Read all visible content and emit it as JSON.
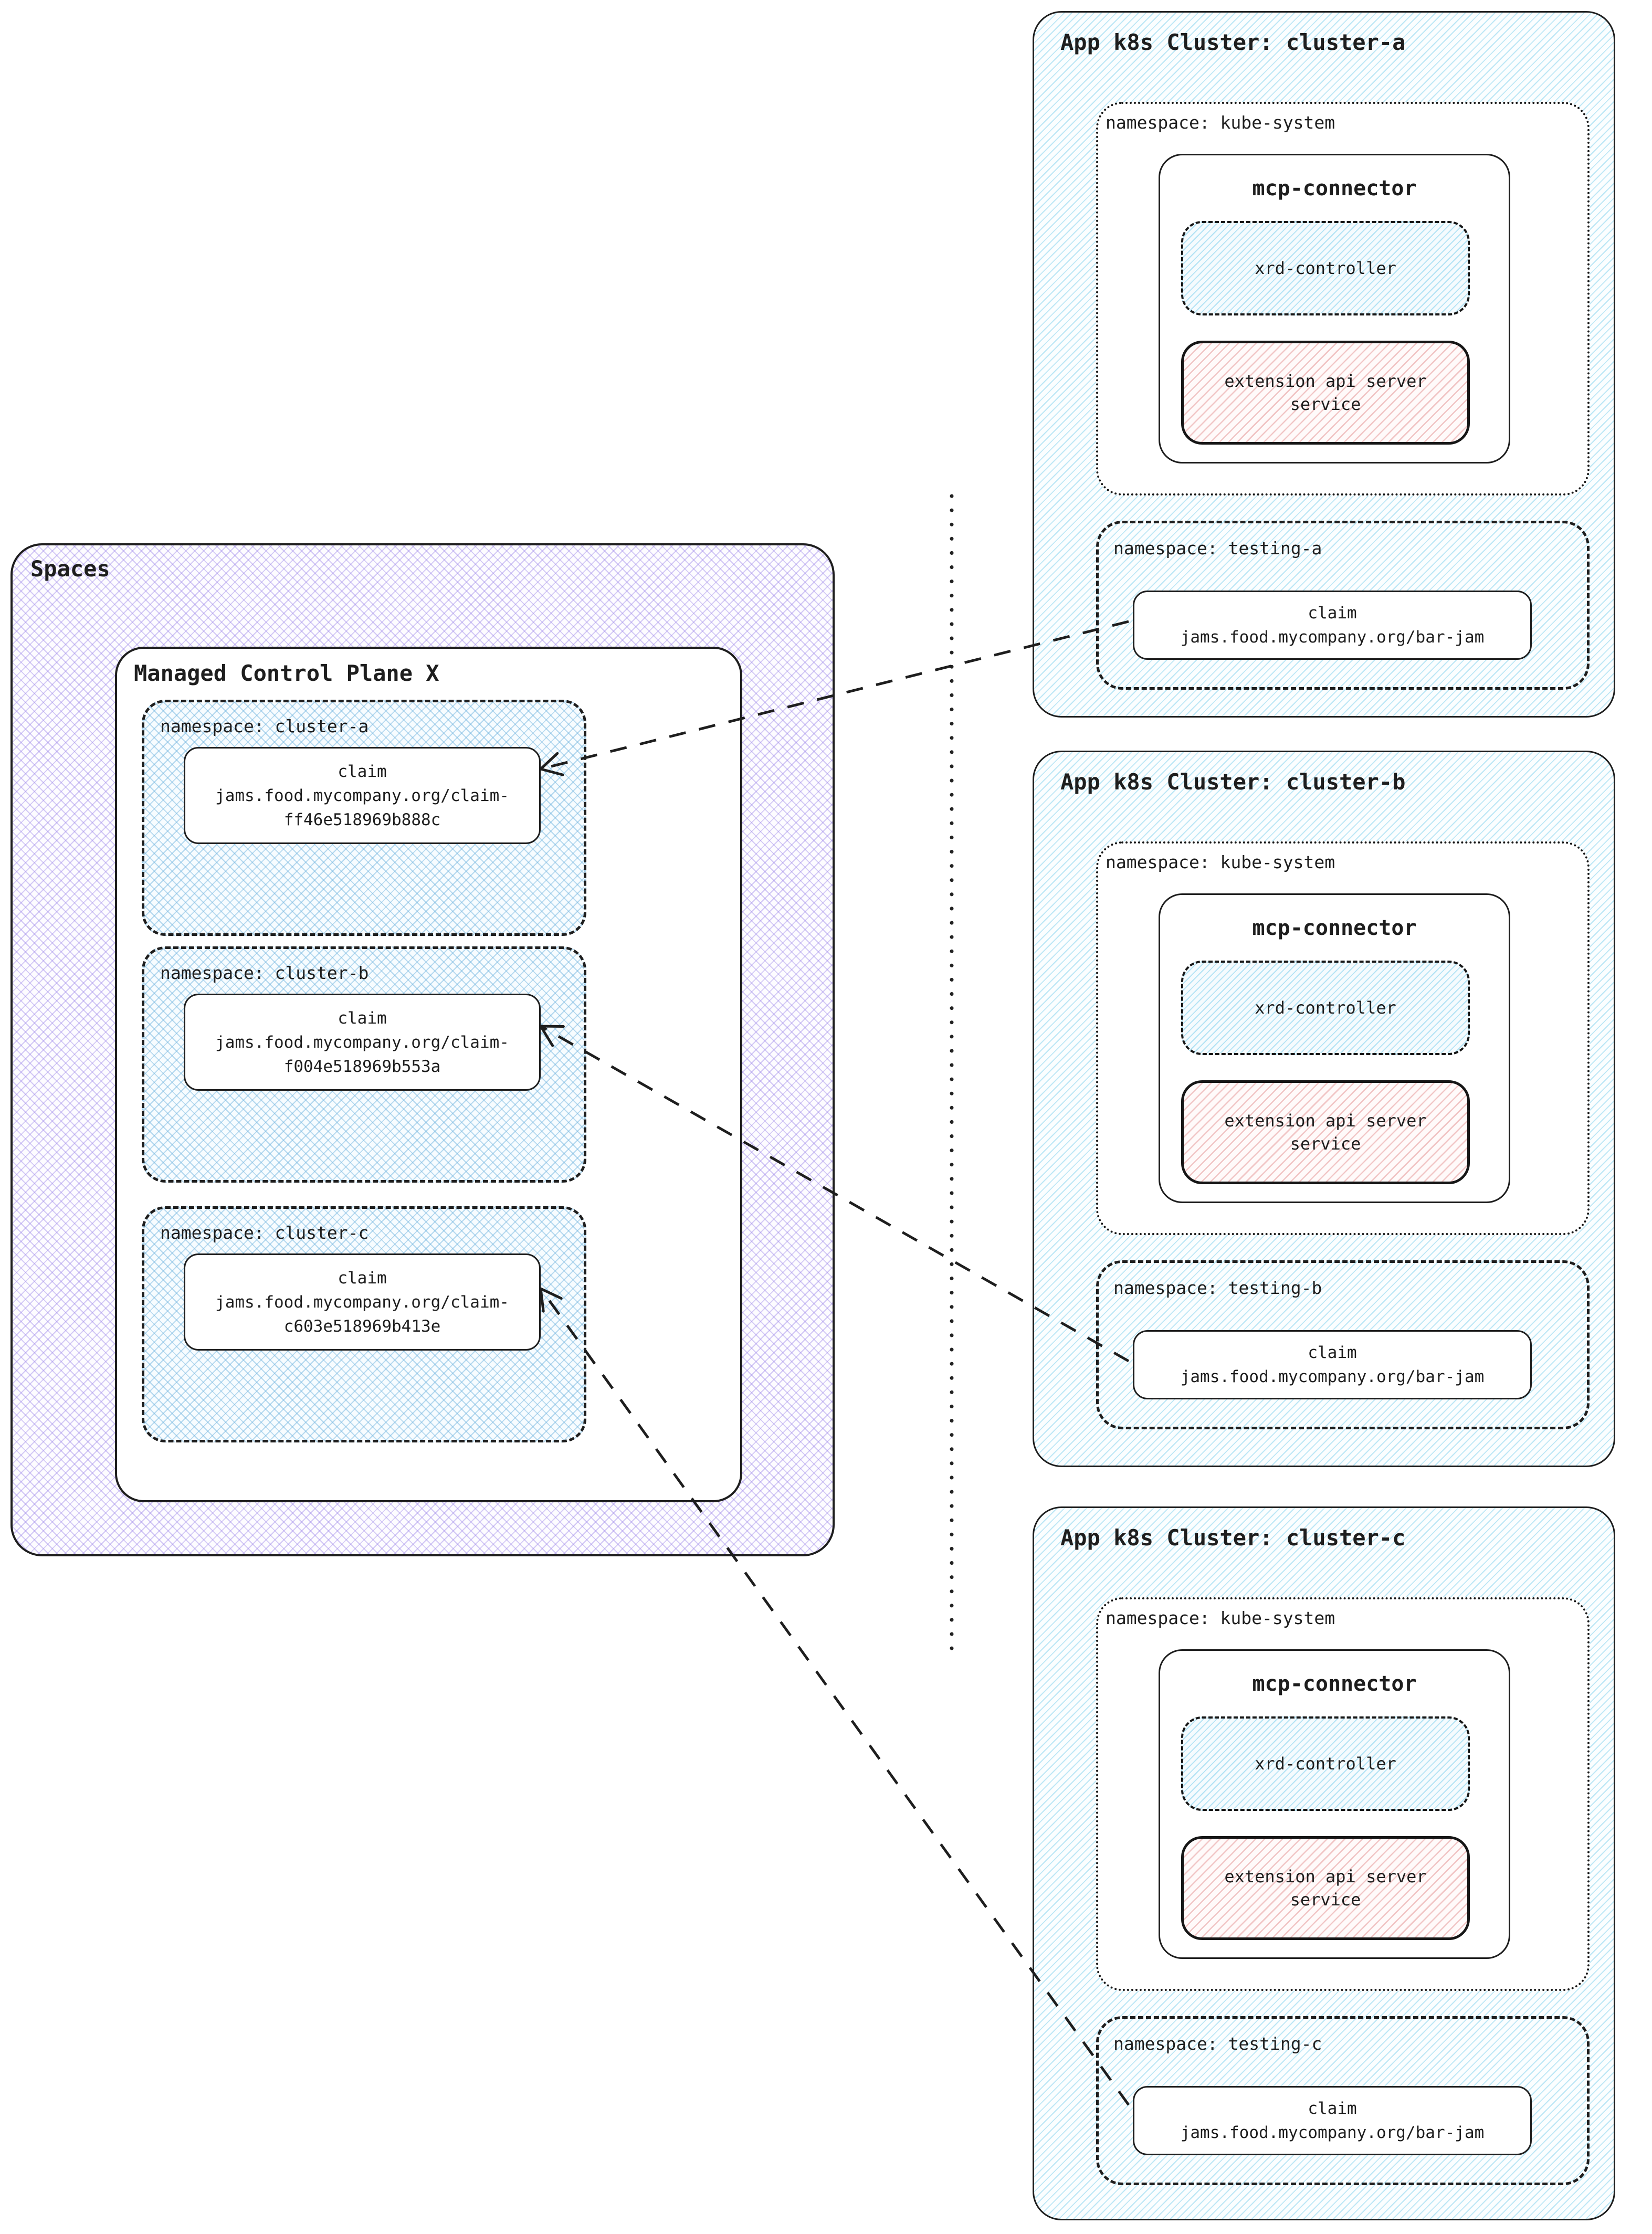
{
  "colors": {
    "border": "#1e1e1e",
    "cluster_hatch_blue": "#7fd0ec",
    "namespace_crosshatch_blue": "#6fb4de",
    "spaces_crosshatch_purple": "#9a84e8",
    "extension_hatch_pink": "#e39090"
  },
  "spaces": {
    "title": "Spaces",
    "control_plane": {
      "title": "Managed Control Plane X",
      "namespaces": [
        {
          "label": "namespace: cluster-a",
          "claim": {
            "title": "claim",
            "line1": "jams.food.mycompany.org/claim-",
            "line2": "ff46e518969b888c"
          }
        },
        {
          "label": "namespace: cluster-b",
          "claim": {
            "title": "claim",
            "line1": "jams.food.mycompany.org/claim-",
            "line2": "f004e518969b553a"
          }
        },
        {
          "label": "namespace: cluster-c",
          "claim": {
            "title": "claim",
            "line1": "jams.food.mycompany.org/claim-",
            "line2": "c603e518969b413e"
          }
        }
      ]
    }
  },
  "clusters": [
    {
      "title": "App k8s Cluster: cluster-a",
      "kube_namespace": {
        "label": "namespace: kube-system",
        "mcp_connector": {
          "title": "mcp-connector",
          "xrd_controller": "xrd-controller",
          "extension_api": {
            "line1": "extension api server",
            "line2": "service"
          }
        }
      },
      "testing_namespace": {
        "label": "namespace: testing-a",
        "claim": {
          "title": "claim",
          "name": "jams.food.mycompany.org/bar-jam"
        }
      }
    },
    {
      "title": "App k8s Cluster: cluster-b",
      "kube_namespace": {
        "label": "namespace: kube-system",
        "mcp_connector": {
          "title": "mcp-connector",
          "xrd_controller": "xrd-controller",
          "extension_api": {
            "line1": "extension api server",
            "line2": "service"
          }
        }
      },
      "testing_namespace": {
        "label": "namespace: testing-b",
        "claim": {
          "title": "claim",
          "name": "jams.food.mycompany.org/bar-jam"
        }
      }
    },
    {
      "title": "App k8s Cluster: cluster-c",
      "kube_namespace": {
        "label": "namespace: kube-system",
        "mcp_connector": {
          "title": "mcp-connector",
          "xrd_controller": "xrd-controller",
          "extension_api": {
            "line1": "extension api server",
            "line2": "service"
          }
        }
      },
      "testing_namespace": {
        "label": "namespace: testing-c",
        "claim": {
          "title": "claim",
          "name": "jams.food.mycompany.org/bar-jam"
        }
      }
    }
  ]
}
